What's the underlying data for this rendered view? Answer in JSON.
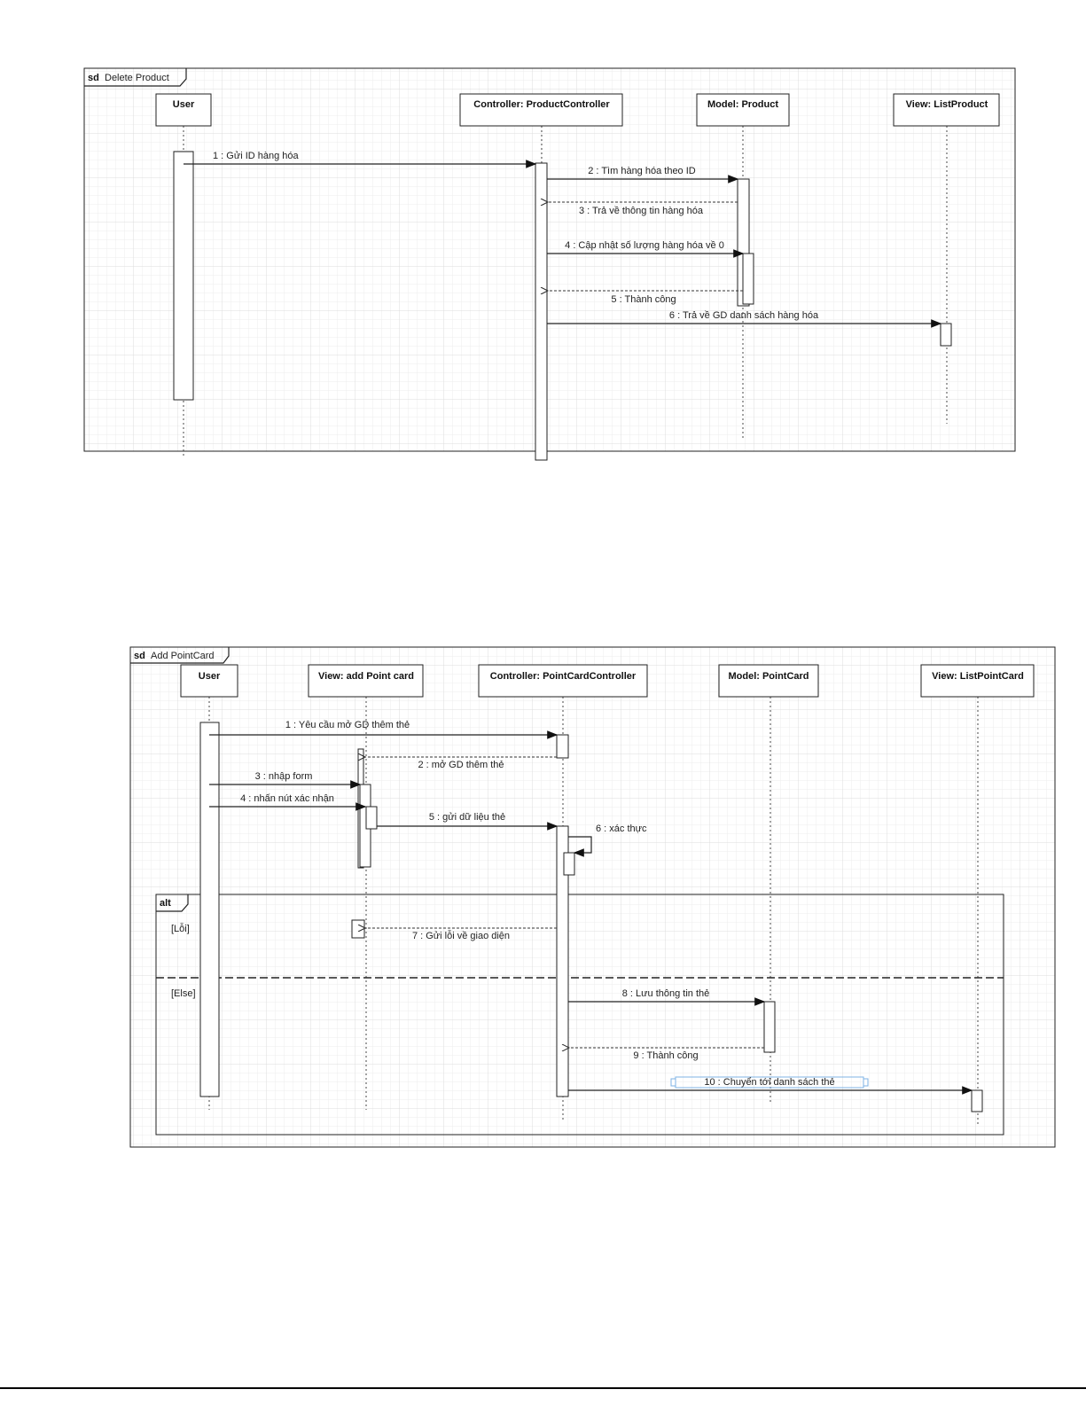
{
  "diagram1": {
    "frame_kind": "sd",
    "title": "Delete Product",
    "lifelines": [
      "User",
      "Controller: ProductController",
      "Model: Product",
      "View: ListProduct"
    ],
    "messages": [
      "1 : Gửi ID hàng hóa",
      "2 : Tìm hàng hóa theo ID",
      "3 : Trả về thông tin hàng hóa",
      "4 : Cập nhật số lượng hàng hóa về 0",
      "5 : Thành công",
      "6 : Trả về GD danh sách hàng hóa"
    ]
  },
  "diagram2": {
    "frame_kind": "sd",
    "title": "Add PointCard",
    "lifelines": [
      "User",
      "View: add Point card",
      "Controller: PointCardController",
      "Model: PointCard",
      "View: ListPointCard"
    ],
    "messages": [
      "1 : Yêu cầu mở GD thêm thẻ",
      "2 : mở GD thêm thẻ",
      "3 : nhập form",
      "4 : nhấn nút xác nhận",
      "5 : gửi dữ liệu thẻ",
      "6 : xác thực",
      "7 : Gửi lỗi về giao diện",
      "8 : Lưu thông tin thẻ",
      "9 : Thành công",
      "10 : Chuyển tới danh sách thẻ"
    ],
    "fragment": {
      "kind": "alt",
      "guards": [
        "[Lỗi]",
        "[Else]"
      ]
    }
  }
}
